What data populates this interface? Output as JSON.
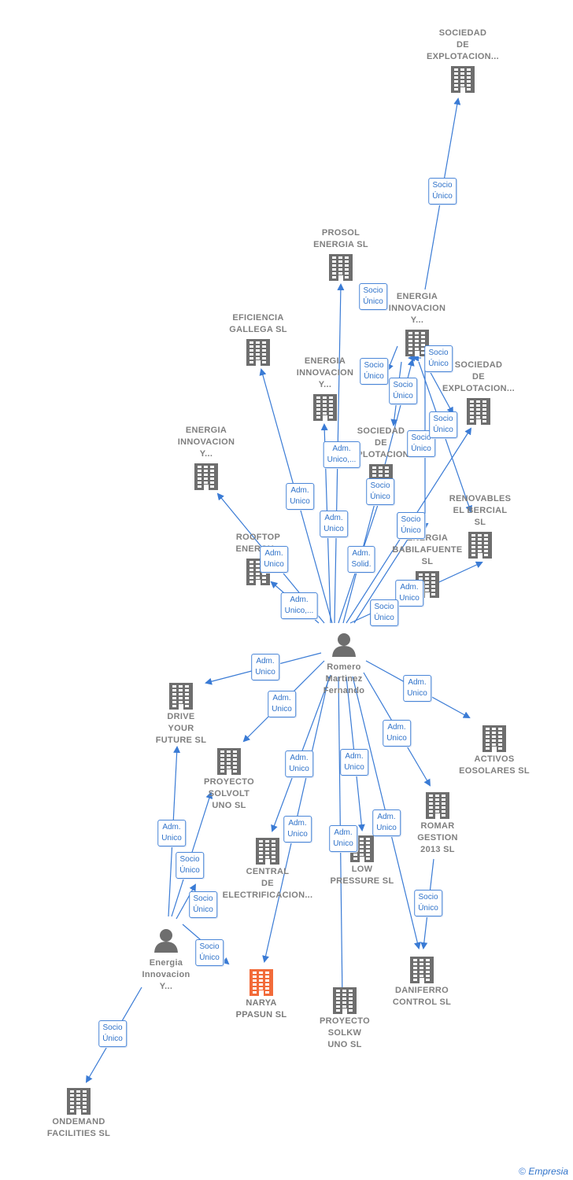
{
  "nodes": [
    {
      "id": "n1",
      "label": "SOCIEDAD\nDE\nEXPLOTACION...",
      "kind": "company"
    },
    {
      "id": "n2",
      "label": "PROSOL\nENERGIA  SL",
      "kind": "company"
    },
    {
      "id": "n3",
      "label": "ENERGIA\nINNOVACION\nY...",
      "kind": "company"
    },
    {
      "id": "n4",
      "label": "EFICIENCIA\nGALLEGA SL",
      "kind": "company"
    },
    {
      "id": "n5",
      "label": "ENERGIA\nINNOVACION\nY...",
      "kind": "company"
    },
    {
      "id": "n6",
      "label": "SOCIEDAD\nDE\nEXPLOTACION...",
      "kind": "company"
    },
    {
      "id": "n7",
      "label": "SOCIEDAD\nDE\nEXPLOTACION...",
      "kind": "company"
    },
    {
      "id": "n8",
      "label": "ENERGIA\nINNOVACION\nY...",
      "kind": "company"
    },
    {
      "id": "n9",
      "label": "RENOVABLES\nEL BERCIAL\nSL",
      "kind": "company"
    },
    {
      "id": "n10",
      "label": "ROOFTOP\nENERGY...",
      "kind": "company"
    },
    {
      "id": "n11",
      "label": "ENERGIA\nBABILAFUENTE\nSL",
      "kind": "company"
    },
    {
      "id": "center",
      "label": "Romero\nMartinez\nFernando",
      "kind": "person"
    },
    {
      "id": "n12",
      "label": "DRIVE\nYOUR\nFUTURE  SL",
      "kind": "company"
    },
    {
      "id": "n13",
      "label": "ACTIVOS\nEOSOLARES SL",
      "kind": "company"
    },
    {
      "id": "n14",
      "label": "PROYECTO\nSOLVOLT\nUNO  SL",
      "kind": "company"
    },
    {
      "id": "n15",
      "label": "ROMAR\nGESTION\n2013  SL",
      "kind": "company"
    },
    {
      "id": "n16",
      "label": "CENTRAL\nDE\nELECTRIFICACION...",
      "kind": "company"
    },
    {
      "id": "n17",
      "label": "LOW\nPRESSURE  SL",
      "kind": "company"
    },
    {
      "id": "p2",
      "label": "Energia\nInnovacion\nY...",
      "kind": "person"
    },
    {
      "id": "n18",
      "label": "NARYA\nPPASUN  SL",
      "kind": "company",
      "highlight": true
    },
    {
      "id": "n19",
      "label": "DANIFERRO\nCONTROL  SL",
      "kind": "company"
    },
    {
      "id": "n20",
      "label": "PROYECTO\nSOLKW\nUNO  SL",
      "kind": "company"
    },
    {
      "id": "n21",
      "label": "ONDEMAND\nFACILITIES SL",
      "kind": "company"
    }
  ],
  "edge_labels": [
    "Socio\nÚnico",
    "Socio\nÚnico",
    "Socio\nÚnico",
    "Socio\nÚnico",
    "Socio\nÚnico",
    "Socio\nÚnico",
    "Socio\nÚnico",
    "Socio\nÚnico",
    "Socio\nÚnico",
    "Adm.\nUnico,...",
    "Adm.\nUnico",
    "Adm.\nUnico",
    "Adm.\nUnico",
    "Adm.\nSolid.",
    "Adm.\nUnico",
    "Adm.\nUnico",
    "Adm.\nUnico,...",
    "Adm.\nUnico",
    "Adm.\nUnico",
    "Adm.\nUnico",
    "Adm.\nUnico",
    "Adm.\nUnico",
    "Adm.\nUnico",
    "Adm.\nUnico",
    "Adm.\nUnico",
    "Adm.\nUnico",
    "Adm.\nUnico",
    "Adm.\nUnico",
    "Socio\nÚnico",
    "Socio\nÚnico",
    "Socio\nÚnico",
    "Socio\nÚnico",
    "Socio\nÚnico",
    "Socio\nÚnico"
  ],
  "colors": {
    "edge": "#3a7bd5",
    "icon": "#6e6e6e",
    "highlight": "#f26b3a"
  },
  "footer": {
    "copyright": "©",
    "brand": "Empresia"
  }
}
